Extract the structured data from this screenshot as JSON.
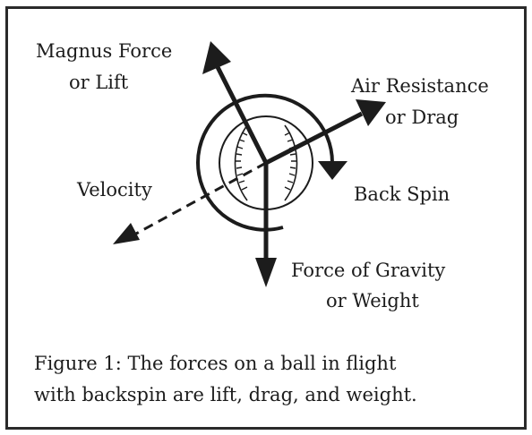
{
  "figure": {
    "labels": {
      "magnus_line1": "Magnus Force",
      "magnus_line2": "or Lift",
      "air_line1": "Air Resistance",
      "air_line2": "or Drag",
      "velocity": "Velocity",
      "back_spin": "Back Spin",
      "gravity_line1": "Force of Gravity",
      "gravity_line2": "or Weight"
    },
    "caption": {
      "line1": "Figure 1:  The forces on a ball in flight",
      "line2": "with backspin are lift, drag, and weight."
    }
  },
  "colors": {
    "ink": "#1c1c1c",
    "frame": "#2a2a2a",
    "background": "#ffffff"
  }
}
